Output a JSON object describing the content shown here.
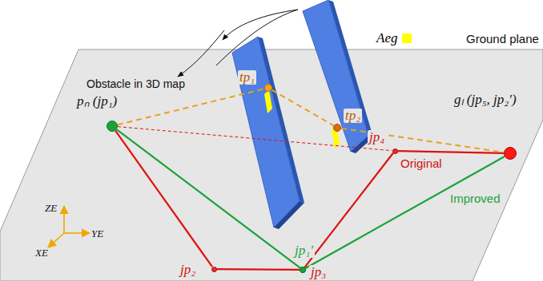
{
  "diagram": {
    "nodes": [
      {
        "text": [
          "pₙ (jp₁)"
        ]
      },
      {
        "text": [
          "tp₁"
        ]
      },
      {
        "text": [
          "tp₂"
        ]
      },
      {
        "text": [
          "gₗ (jp₅, jp₂′)"
        ]
      },
      {
        "text": [
          "jp₄"
        ]
      },
      {
        "text": [
          "jp₂"
        ]
      },
      {
        "text": [
          "jp₃"
        ]
      },
      {
        "text": [
          "jp₁′"
        ]
      }
    ],
    "edges": [
      {
        "from": 0,
        "to": 5,
        "arrow": "none"
      },
      {
        "from": 5,
        "to": 6,
        "arrow": "none"
      },
      {
        "from": 6,
        "to": 4,
        "arrow": "none"
      },
      {
        "from": 4,
        "to": 3,
        "arrow": "none"
      },
      {
        "from": 0,
        "to": 7,
        "arrow": "none"
      },
      {
        "from": 7,
        "to": 3,
        "arrow": "none"
      },
      {
        "from": 0,
        "to": 1,
        "arrow": "none"
      },
      {
        "from": 1,
        "to": 2,
        "arrow": "none"
      },
      {
        "from": 2,
        "to": 3,
        "arrow": "none"
      },
      {
        "from": 0,
        "to": 4,
        "arrow": "none"
      }
    ],
    "labels": [
      "Obstacle in 3D map",
      "Ground plane",
      "Original",
      "Improved",
      "ZE",
      "YE",
      "XE"
    ],
    "legend": [
      {
        "text": "Aeg",
        "color": "#ffff00"
      }
    ]
  }
}
